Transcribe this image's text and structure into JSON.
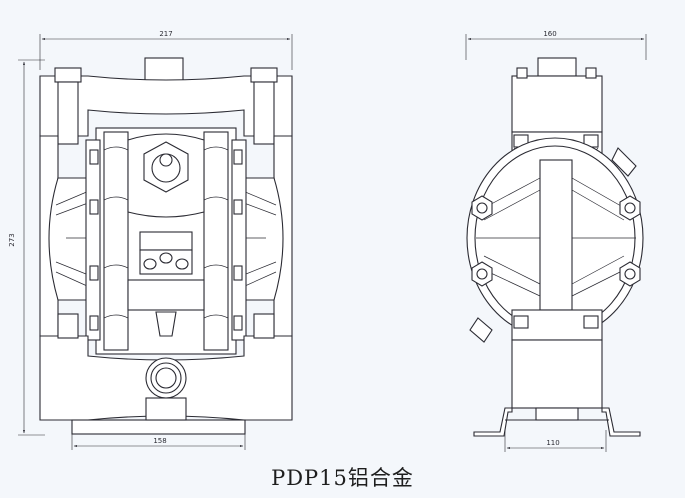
{
  "caption": "PDP15铝合金",
  "dimensions": {
    "front_width": "217",
    "front_height": "273",
    "front_base": "158",
    "side_width": "160",
    "side_base": "110"
  }
}
